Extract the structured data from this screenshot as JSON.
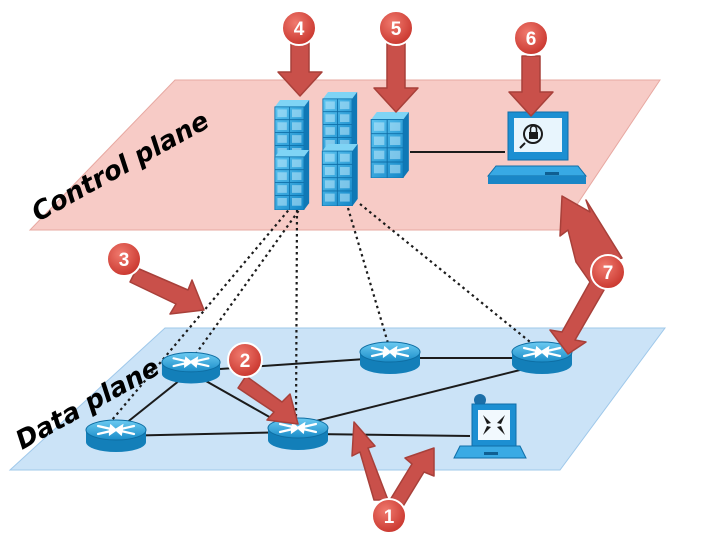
{
  "planes": {
    "control": {
      "label": "Control plane",
      "fill": "#f7c9c4",
      "edge": "#e8a39c"
    },
    "data": {
      "label": "Data plane",
      "fill": "#c8e2f6",
      "edge": "#9cc7e8"
    }
  },
  "colors": {
    "arrow": "#c9504a",
    "arrow_edge": "#a53a35",
    "badge": "#d9423a",
    "server": "#2aa6e0",
    "router": "#1f9fd6",
    "terminal": "#1c8fd2"
  },
  "callouts": [
    {
      "label": "1"
    },
    {
      "label": "2"
    },
    {
      "label": "3"
    },
    {
      "label": "4"
    },
    {
      "label": "5"
    },
    {
      "label": "6"
    },
    {
      "label": "7"
    }
  ],
  "icons": {
    "controller_cluster": "server-rack-icon",
    "controller_single": "server-rack-icon",
    "admin_console": "secure-workstation-icon",
    "switches": "router-icon",
    "laptop": "laptop-icon"
  }
}
